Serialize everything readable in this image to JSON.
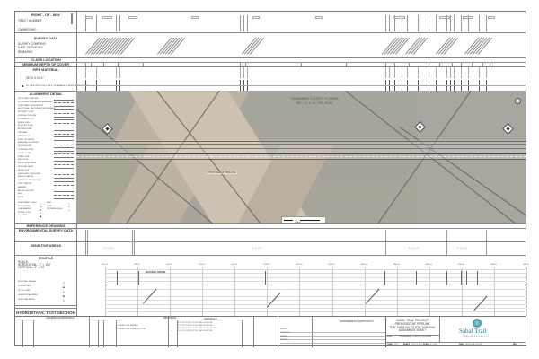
{
  "left_panel": {
    "right_of_way": "RIGHT - OF - WAY",
    "row_sub": [
      "TRACT NUMBER",
      "",
      "OWNERSHIP"
    ],
    "survey_data": "SURVEY DATA",
    "survey_sub": [
      "SURVEY COMPANY",
      "DATE SURVEYED",
      "REMARKS"
    ],
    "class_location": "CLASS LOCATION",
    "min_depth": "MINIMUM DEPTH OF COVER",
    "pipe_material": "PIPE MATERIAL",
    "pipe_sub": [
      "36\" X 0.XXX\"",
      "36\" PIPE WITH XXXX MILS OF ABRASION RESISTANT COATING"
    ],
    "alignment_detail": "ALIGNMENT DETAIL",
    "alignment_items": [
      "PROPOSED PIPELINE",
      "PROPOSED PERMANENT EASEMENT",
      "TEMPORARY WORKSPACE",
      "ADDITIONAL TEMPORARY WORKSPACE",
      "PROPERTY LINE",
      "EXISTING PIPELINE",
      "FOREIGN UTILITY",
      "FENCE LINE",
      "EXISTING ROAD",
      "ACCESS ROAD",
      "WETLAND",
      "WATERBODY",
      "ROAD CROSSING",
      "RAILROAD CROSSING",
      "SECTION LINE",
      "TOWNSHIP LINE",
      "COUNTY LINE",
      "STATE LINE",
      "MILE POST",
      "HORIZONTAL BEND",
      "VERTICAL BEND",
      "VALVE SITE",
      "LAUNCHER / RECEIVER",
      "METER STATION",
      "CATHODIC PROTECTION",
      "TEST STATION",
      "MARKER",
      "ABOVE GROUND",
      "HDD",
      "BORE"
    ],
    "symbol_legend": [
      {
        "label": "TEMPORARY / WELL",
        "sym": "○"
      },
      {
        "label": "SOIL BORING",
        "sym": "◎"
      },
      {
        "label": "LINE MARKER",
        "sym": "■"
      },
      {
        "label": "POWER POLE",
        "sym": "●"
      },
      {
        "label": "HYDRANT",
        "sym": "◆"
      },
      {
        "label": "WELL",
        "sym": "○"
      },
      {
        "label": "SIGN",
        "sym": "□"
      },
      {
        "label": "CROSSING SIGN",
        "sym": "◇"
      }
    ],
    "reference_drawing": "REFERENCE DRAWING",
    "env_survey": "ENVIRONMENTAL SURVEY DATA",
    "sensitive_areas": "SENSITIVE AREAS",
    "profile": "PROFILE",
    "profile_sub": [
      "SCALE:",
      "HORIZONTAL: 1\" = 100'",
      "VERTICAL: 1\" = 20'"
    ],
    "profile_legend": [
      "EXISTING GRADE",
      "TOP OF PIPE",
      "DITCH LINE",
      "HORIZONTAL BEND",
      "VERTICAL BEND"
    ],
    "hydrostatic": "HYDROSTATIC TEST SECTION",
    "ref_drawings": "REFERENCE DRAWINGS"
  },
  "aerial": {
    "county_label": "SUWANNEE COUNTY FLORIDA",
    "section_label": "SEC. 12 & 13, T3S, R14E",
    "pipeline_label": "PROPOSED 36\" PIPELINE",
    "scale_label": "SCALE"
  },
  "profile_chart": {
    "natural_grade_label": "NATURAL GRADE",
    "station_ticks": [
      "10851+00",
      "10852+00",
      "10853+00",
      "10854+00",
      "10855+00",
      "10856+00",
      "10857+00",
      "10858+00",
      "10859+00",
      "10860+00",
      "10861+00",
      "10862+00",
      "10863+00",
      "10864+00"
    ]
  },
  "revisions": {
    "title": "REVISIONS",
    "headers": [
      "NO.",
      "DATE",
      "DWG",
      "DESCRIPTION",
      "BY"
    ],
    "rows": [
      {
        "no": "A",
        "desc": "ISSUED FOR REVIEW"
      },
      {
        "no": "B",
        "desc": "ISSUED FOR CONSTRUCTION"
      }
    ]
  },
  "materials": {
    "title": "MATERIALS",
    "headers": [
      "ITEM NO.",
      "DESCRIPTION",
      "QTY"
    ],
    "rows": [
      {
        "item": "1",
        "desc": "36\" X 0.XXX\" WT, API 5L X70, PSL2, DSAW, 14-16 MILS FBE"
      },
      {
        "item": "2",
        "desc": "36\" X 0.XXX\" WT, API 5L X70, PSL2, DSAW, 14-16 MILS FBE"
      },
      {
        "item": "3",
        "desc": "36\" X 0.XXX\" WT, API 5L X70, PSL2, DSAW, 14-16 MILS FBE + ARO"
      },
      {
        "item": "4",
        "desc": "36\" X 0.XXX\" WT, API 5L X70, PSL2, DSAW, 14-16 MILS FBE"
      }
    ]
  },
  "engineering_approvals": {
    "title": "ENGINEERING APPROVALS",
    "cols": [
      "BID",
      "CONSTRUCTION"
    ],
    "sub_cols": [
      "NAME",
      "DATE",
      "NAME",
      "DATE"
    ],
    "rows": [
      "DRAWN BY",
      "CHECKED BY",
      "ENGINEER",
      "APPROVED"
    ]
  },
  "title_block": {
    "project": "SABAL TRAIL PROJECT",
    "line2": "PROPOSED 36\" PIPELINE",
    "line3": "STA. 10851+00 TO STA. 10864+00",
    "line4": "ALIGNMENT SHEET",
    "location_label": "LOC:",
    "location": "SUWANNEE COUNTY FLORIDA",
    "year_label": "YEAR:",
    "year": "2015",
    "sheet_label": "SHEET:",
    "sheet": "XXX OF XXX",
    "scale_label": "SCALE:",
    "scale": "1\" = 100'",
    "dwg_label": "DWG:",
    "dwg": "SBT-FL-AS-XX-XXX",
    "rev_label": "REV:",
    "rev": "1"
  },
  "logo": {
    "name": "Sabal Trail",
    "tagline": "TRANSMISSION, LLC",
    "accent": "#3c8fa3"
  }
}
